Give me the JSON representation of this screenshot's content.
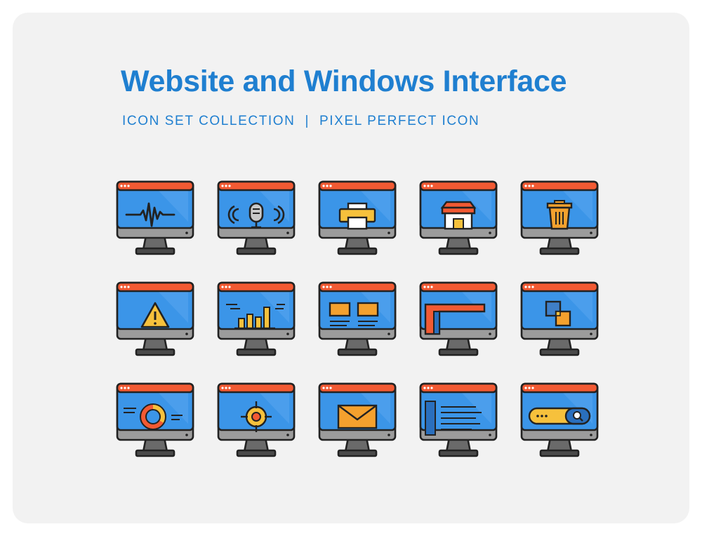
{
  "title": "Website and Windows Interface",
  "subtitle": {
    "left": "ICON SET COLLECTION",
    "separator": "|",
    "right": "PIXEL PERFECT ICON"
  },
  "stock_id": "#300801953",
  "colors": {
    "title": "#1f7fd0",
    "screen": "#3b95e8",
    "titlebar": "#f25a33",
    "stand": "#9c9c9c",
    "outline": "#222222",
    "accent_yellow": "#f6c13c",
    "accent_orange": "#f4a12e",
    "card_bg": "#f2f2f2"
  },
  "icons": [
    {
      "name": "waveform-icon"
    },
    {
      "name": "microphone-icon"
    },
    {
      "name": "printer-icon"
    },
    {
      "name": "shop-icon"
    },
    {
      "name": "trash-icon"
    },
    {
      "name": "warning-icon"
    },
    {
      "name": "bar-chart-icon"
    },
    {
      "name": "layout-blocks-icon"
    },
    {
      "name": "window-frame-icon"
    },
    {
      "name": "layers-icon"
    },
    {
      "name": "donut-chart-icon"
    },
    {
      "name": "target-icon"
    },
    {
      "name": "mail-icon"
    },
    {
      "name": "text-document-icon"
    },
    {
      "name": "search-bar-icon"
    }
  ]
}
